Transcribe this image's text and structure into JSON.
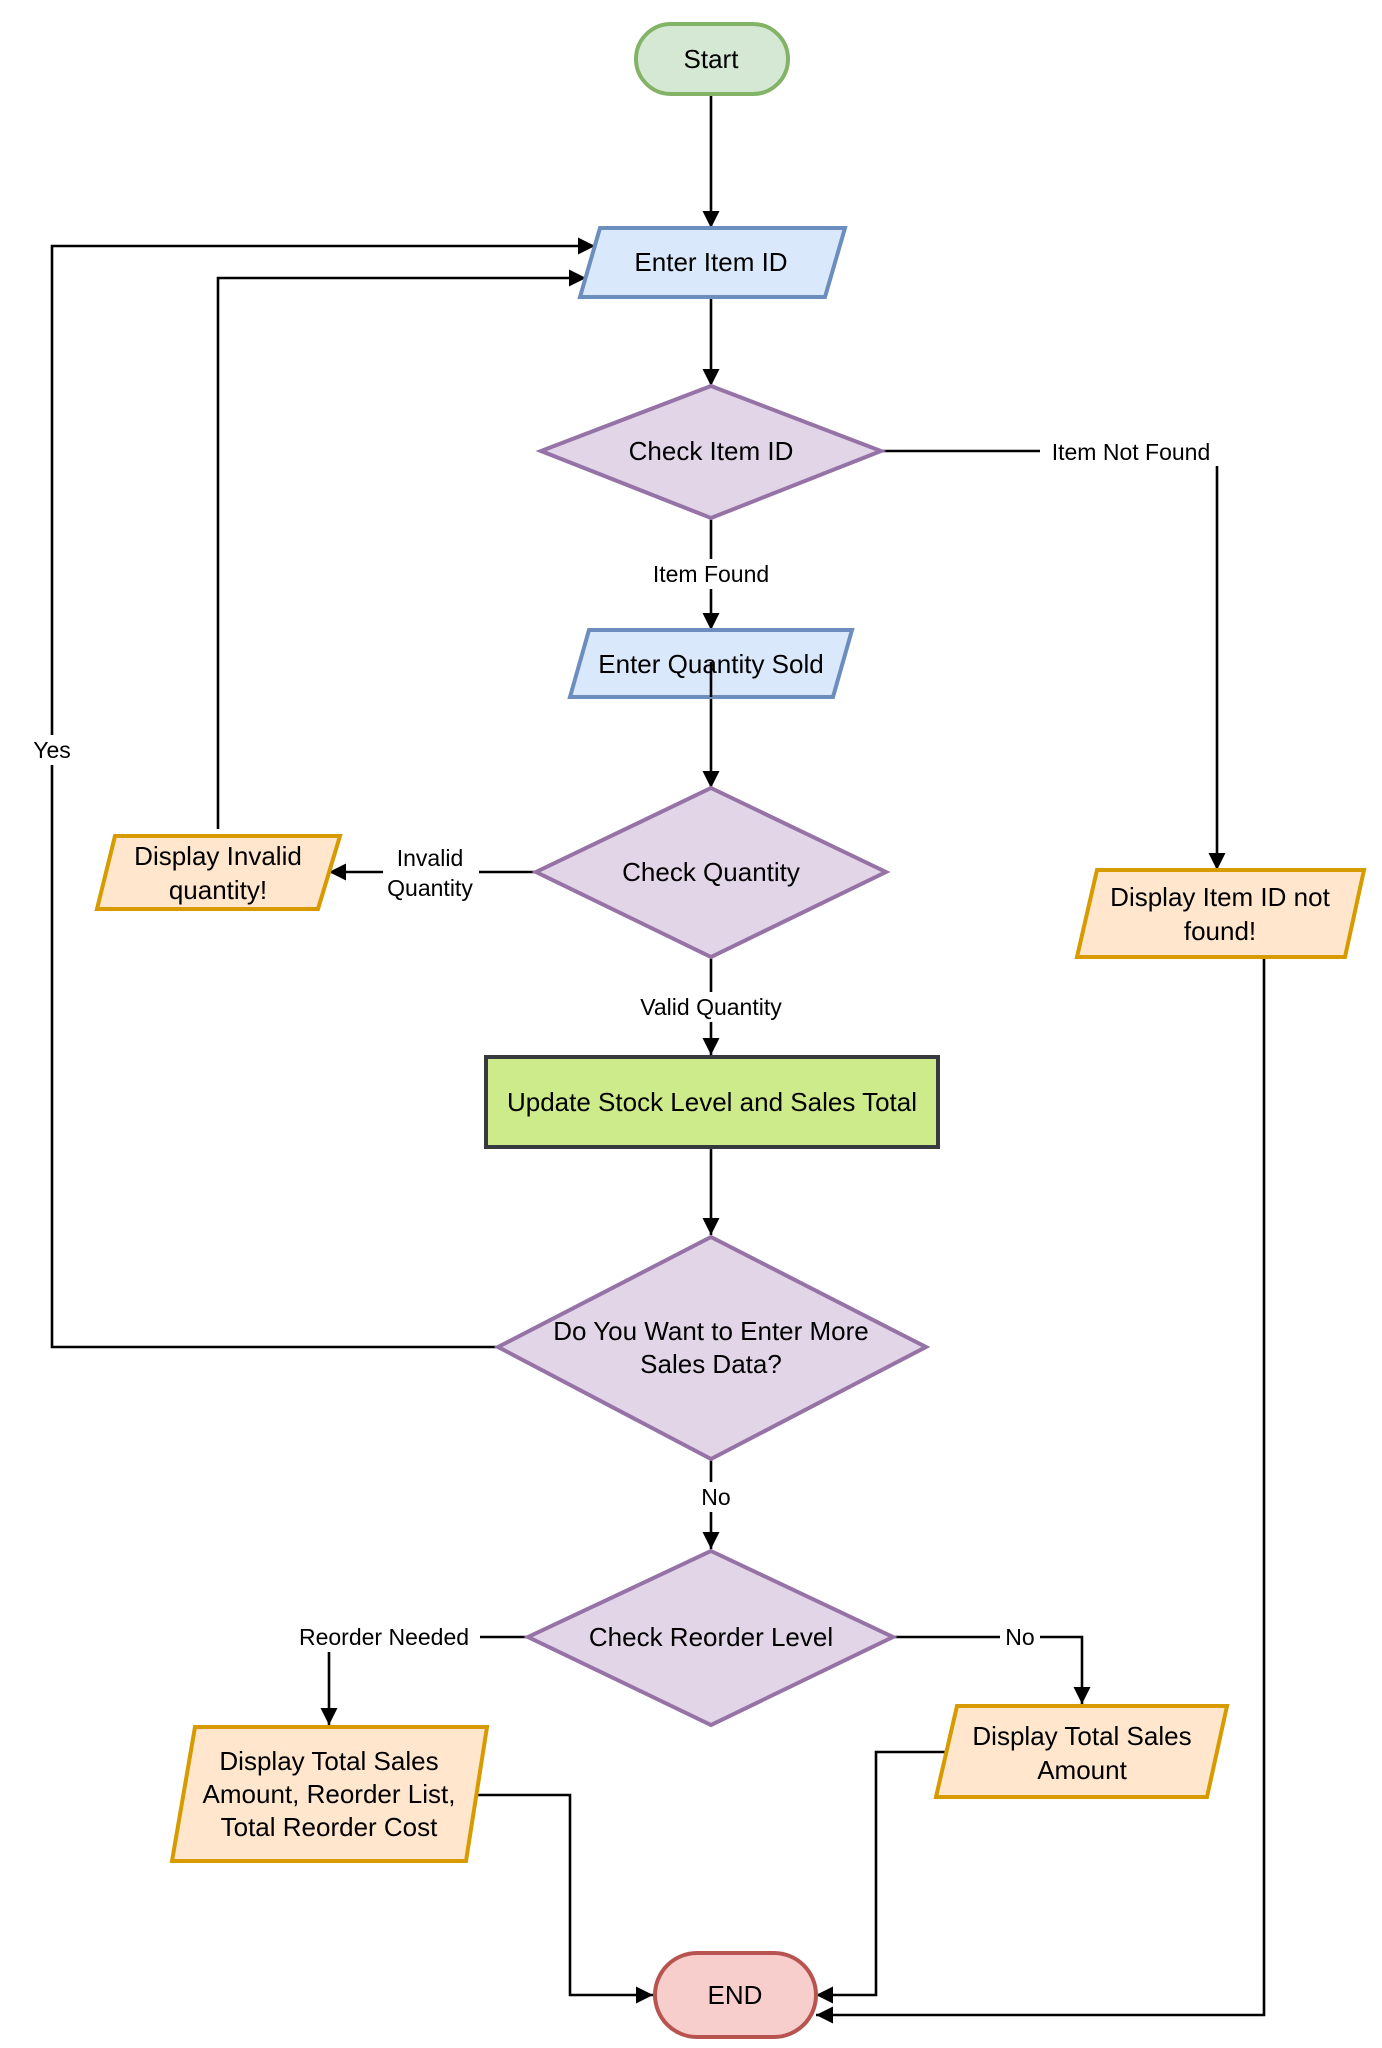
{
  "colors": {
    "terminator_start_fill": "#d5e8d4",
    "terminator_start_stroke": "#82b366",
    "input_fill": "#dae8fc",
    "input_stroke": "#6c8ebf",
    "decision_fill": "#e1d5e7",
    "decision_stroke": "#9673a6",
    "output_fill": "#ffe6cc",
    "output_stroke": "#d79b00",
    "process_fill": "#cdeb8b",
    "process_stroke": "#36393d",
    "terminator_end_fill": "#f8cecc",
    "terminator_end_stroke": "#b85450",
    "line": "#000000"
  },
  "nodes": {
    "start": "Start",
    "enter_item_id": "Enter Item ID",
    "check_item_id": "Check Item ID",
    "enter_quantity": "Enter Quantity Sold",
    "check_quantity": "Check Quantity",
    "invalid_quantity": [
      "Display Invalid",
      "quantity!"
    ],
    "item_not_found": [
      "Display Item ID not",
      "found!"
    ],
    "update_stock": "Update Stock Level and Sales Total",
    "more_sales": [
      "Do You Want to Enter More",
      "Sales Data?"
    ],
    "check_reorder": "Check Reorder Level",
    "reorder_output": [
      "Display Total Sales",
      "Amount, Reorder List,",
      "Total Reorder Cost"
    ],
    "total_sales_output": [
      "Display Total Sales",
      "Amount"
    ],
    "end": "END"
  },
  "edge_labels": {
    "item_not_found": "Item Not Found",
    "item_found": "Item Found",
    "invalid_quantity": [
      "Invalid",
      "Quantity"
    ],
    "valid_quantity": "Valid Quantity",
    "yes": "Yes",
    "no_more": "No",
    "reorder_needed": "Reorder Needed",
    "no_reorder": "No"
  }
}
